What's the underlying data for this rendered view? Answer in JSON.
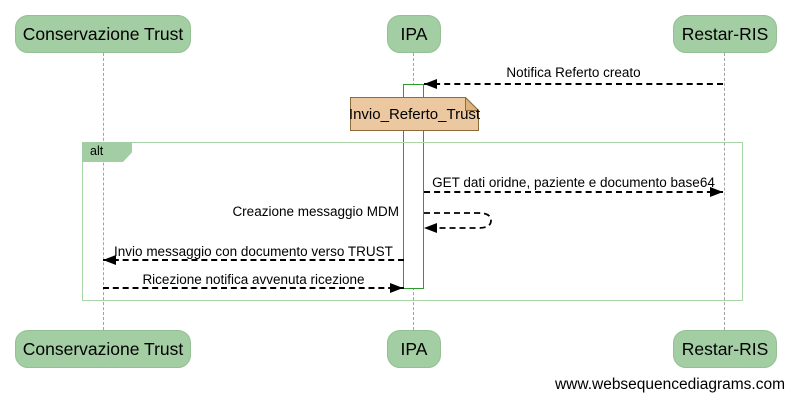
{
  "diagram_type": "uml-sequence",
  "actors": [
    {
      "label": "Conservazione Trust"
    },
    {
      "label": "IPA"
    },
    {
      "label": "Restar-RIS"
    }
  ],
  "note": {
    "label": "Invio_Referto_Trust"
  },
  "fragment": {
    "label": "alt"
  },
  "messages": [
    {
      "label": "Notifica Referto creato",
      "from": "Restar-RIS",
      "to": "IPA",
      "style": "dashed"
    },
    {
      "label": "GET dati oridne, paziente e documento base64",
      "from": "IPA",
      "to": "Restar-RIS",
      "style": "dashed"
    },
    {
      "label": "Creazione messaggio MDM",
      "from": "IPA",
      "to": "IPA",
      "style": "dashed-self"
    },
    {
      "label": "Invio messaggio con documento verso TRUST",
      "from": "IPA",
      "to": "Conservazione Trust",
      "style": "dashed"
    },
    {
      "label": "Ricezione notifica avvenuta ricezione",
      "from": "Conservazione Trust",
      "to": "IPA",
      "style": "dashed"
    }
  ],
  "watermark": "www.websequencediagrams.com",
  "colors": {
    "actor_fill": "#a3cda3",
    "actor_border": "#93c093",
    "note_fill": "#ecc8a0",
    "note_fold": "#dcb27f",
    "note_border": "#8b6c3d",
    "activation_border": "#2e9b2e",
    "frame_border": "#a9d5a9",
    "lifeline": "#a3a3a3",
    "message_line": "#000000",
    "background": "#ffffff"
  }
}
